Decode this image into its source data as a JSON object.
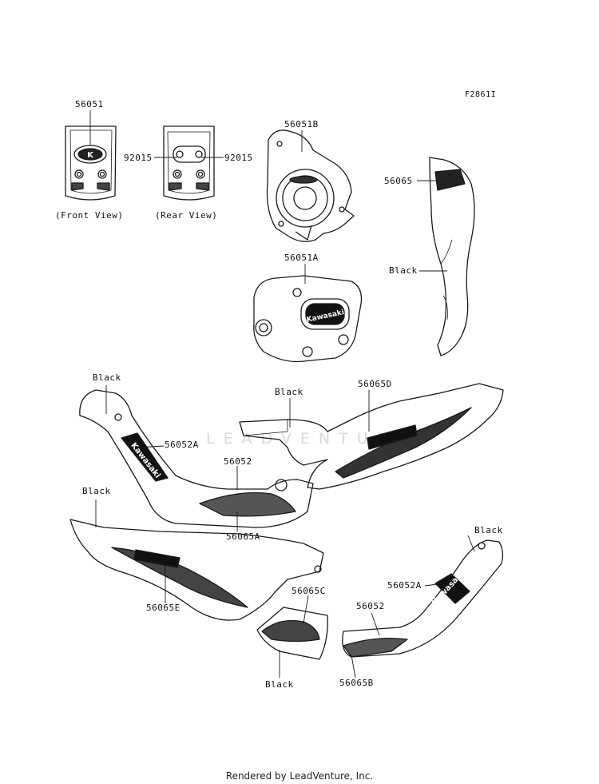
{
  "figure_code": "F2861I",
  "watermark": "LEADVENTURE",
  "footer": "Rendered by LeadVenture, Inc.",
  "views": {
    "front": "(Front View)",
    "rear": "(Rear View)"
  },
  "parts": {
    "p56051": "56051",
    "p92015_left": "92015",
    "p92015_right": "92015",
    "p56051B": "56051B",
    "p56065": "56065",
    "black_cowl": "Black",
    "p56051A": "56051A",
    "black_top_left": "Black",
    "black_top_mid": "Black",
    "p56065D": "56065D",
    "p56052A_top": "56052A",
    "p56052_top": "56052",
    "p56065A": "56065A",
    "black_mid_left": "Black",
    "black_right": "Black",
    "p56065C": "56065C",
    "p56052A_right": "56052A",
    "p56052_right": "56052",
    "p56065E": "56065E",
    "black_bottom": "Black",
    "p56065B": "56065B"
  },
  "decal_text": {
    "brand": "Kawasaki",
    "brand_short": "K",
    "cover_small": "Kawasaki"
  }
}
